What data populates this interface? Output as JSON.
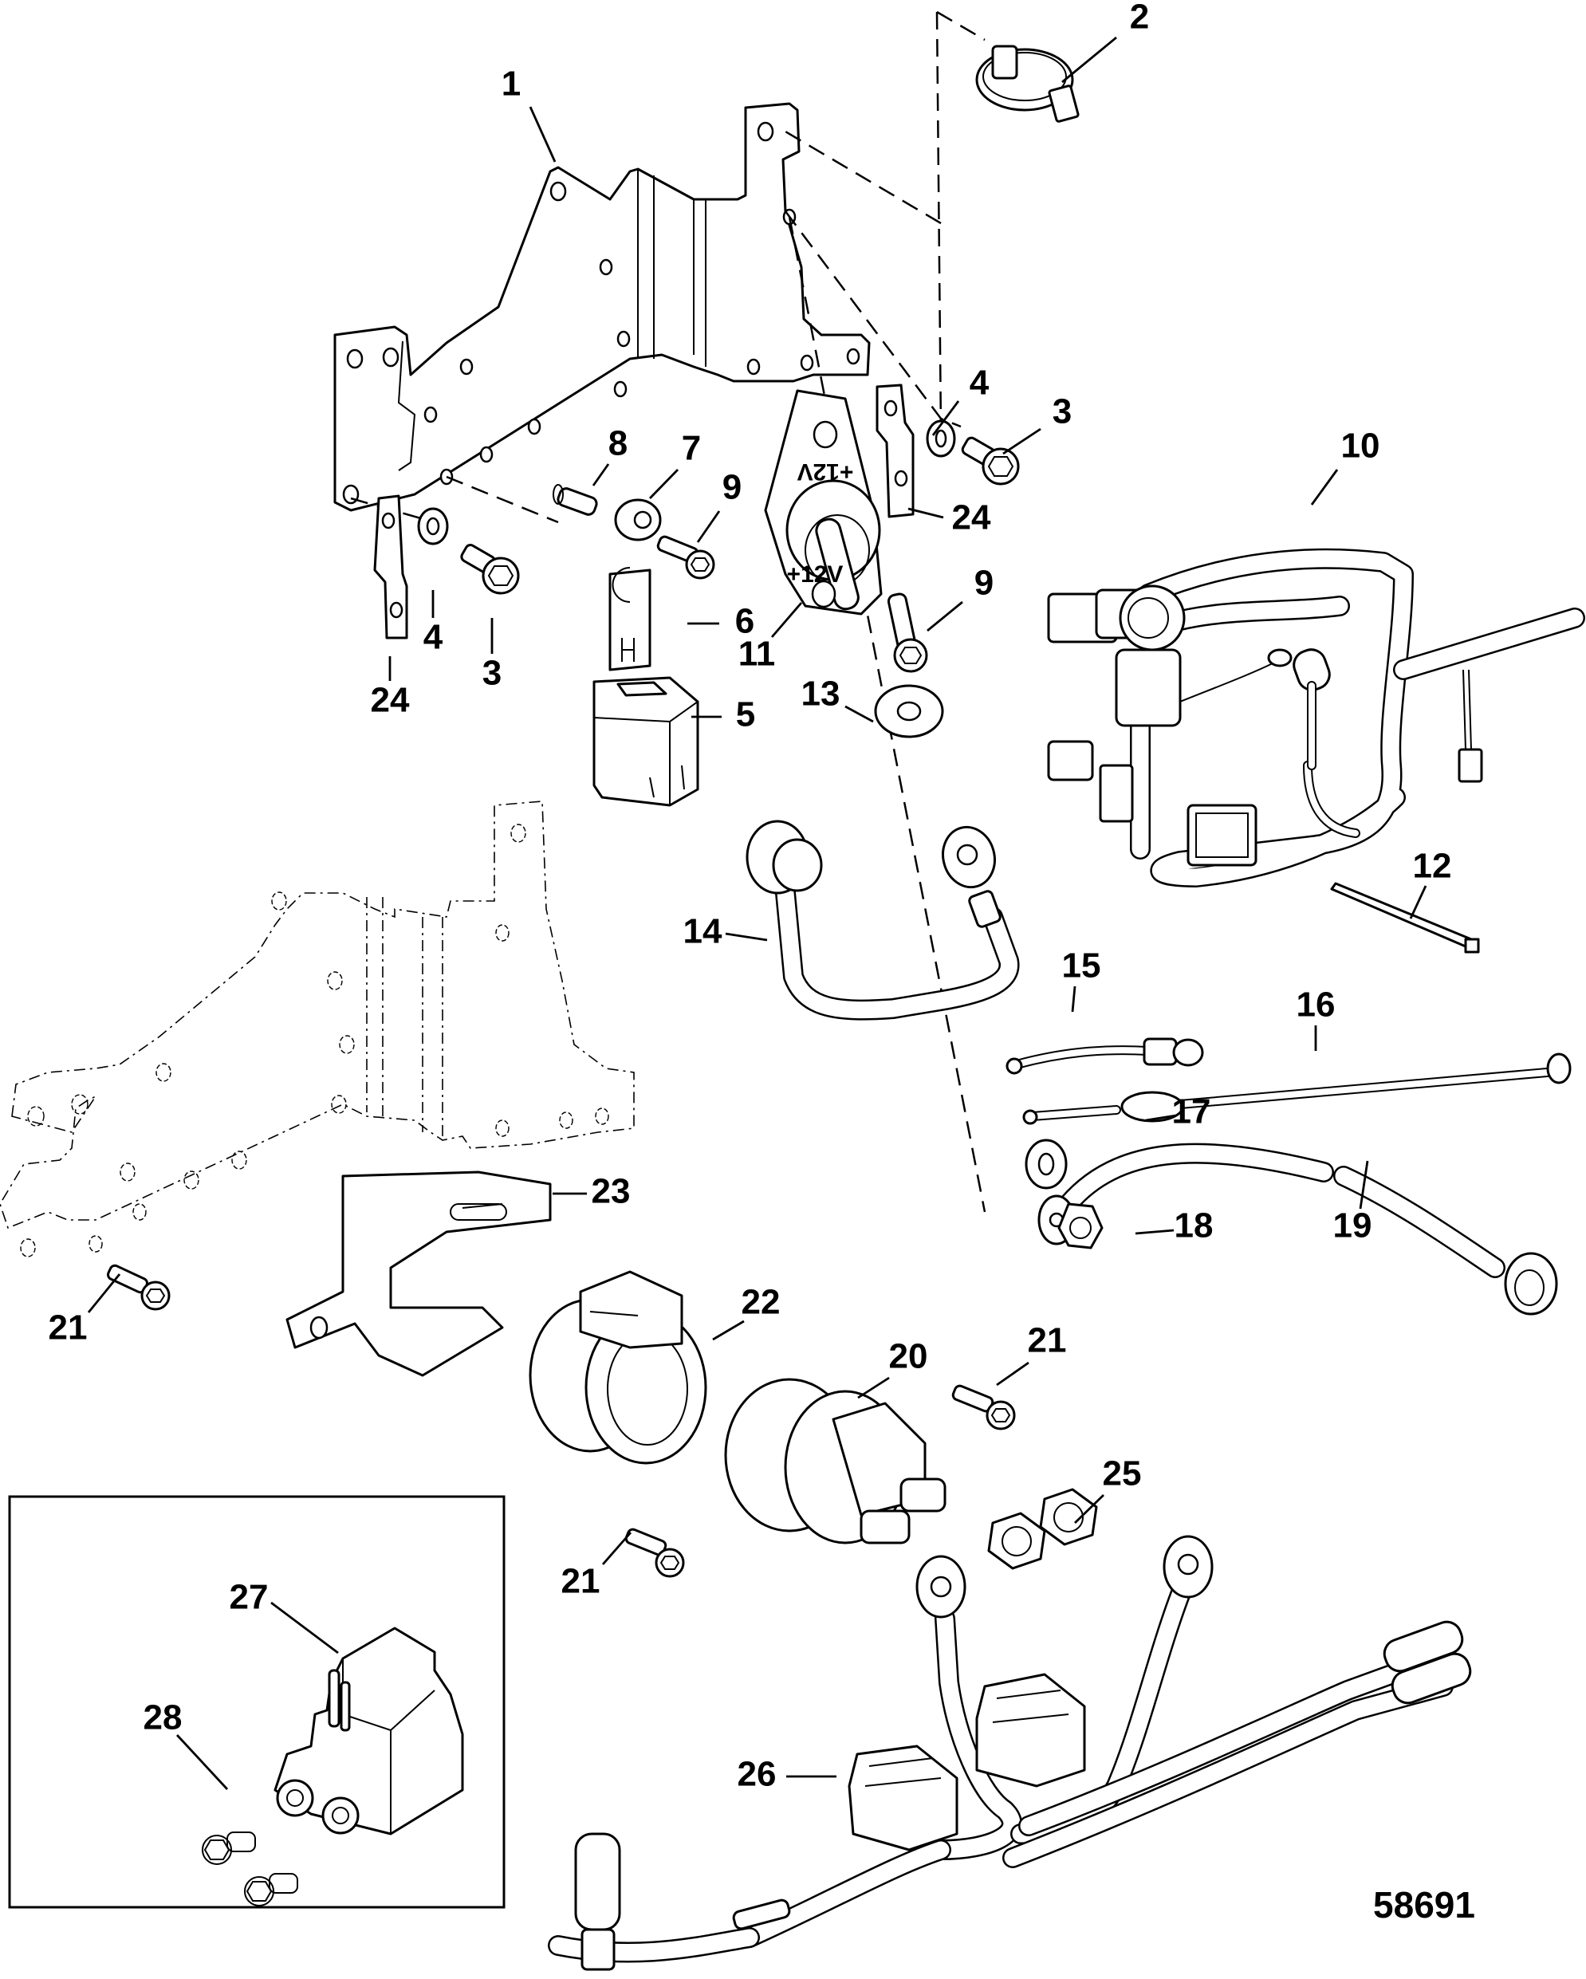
{
  "figure": {
    "type": "exploded parts diagram",
    "figure_number": "58691",
    "part_markings": {
      "solenoid_label": "+12V"
    },
    "inset": {
      "present": true,
      "items": [
        "27",
        "28"
      ]
    }
  },
  "callouts": [
    {
      "id": "c1",
      "number": "1",
      "part": "mounting-bracket"
    },
    {
      "id": "c2",
      "number": "2",
      "part": "hose-clamp"
    },
    {
      "id": "c3a",
      "number": "3",
      "part": "flange-screw"
    },
    {
      "id": "c3b",
      "number": "3",
      "part": "flange-screw"
    },
    {
      "id": "c4a",
      "number": "4",
      "part": "washer"
    },
    {
      "id": "c4b",
      "number": "4",
      "part": "washer"
    },
    {
      "id": "c5",
      "number": "5",
      "part": "relay"
    },
    {
      "id": "c6",
      "number": "6",
      "part": "relay-clip"
    },
    {
      "id": "c7",
      "number": "7",
      "part": "grommet"
    },
    {
      "id": "c8",
      "number": "8",
      "part": "bushing"
    },
    {
      "id": "c9a",
      "number": "9",
      "part": "screw"
    },
    {
      "id": "c9b",
      "number": "9",
      "part": "screw"
    },
    {
      "id": "c10",
      "number": "10",
      "part": "wiring-harness"
    },
    {
      "id": "c11",
      "number": "11",
      "part": "circuit-breaker-12v"
    },
    {
      "id": "c12",
      "number": "12",
      "part": "cable-tie"
    },
    {
      "id": "c13",
      "number": "13",
      "part": "washer"
    },
    {
      "id": "c14",
      "number": "14",
      "part": "battery-cable"
    },
    {
      "id": "c15",
      "number": "15",
      "part": "lead"
    },
    {
      "id": "c16",
      "number": "16",
      "part": "fused-lead"
    },
    {
      "id": "c17",
      "number": "17",
      "part": "washer"
    },
    {
      "id": "c18",
      "number": "18",
      "part": "nut"
    },
    {
      "id": "c19",
      "number": "19",
      "part": "cable"
    },
    {
      "id": "c20",
      "number": "20",
      "part": "starter-solenoid"
    },
    {
      "id": "c21a",
      "number": "21",
      "part": "screw"
    },
    {
      "id": "c21b",
      "number": "21",
      "part": "screw"
    },
    {
      "id": "c21c",
      "number": "21",
      "part": "screw"
    },
    {
      "id": "c22",
      "number": "22",
      "part": "solenoid-boot"
    },
    {
      "id": "c23",
      "number": "23",
      "part": "solenoid-bracket"
    },
    {
      "id": "c24a",
      "number": "24",
      "part": "ground-strap"
    },
    {
      "id": "c24b",
      "number": "24",
      "part": "ground-strap"
    },
    {
      "id": "c25",
      "number": "25",
      "part": "nut"
    },
    {
      "id": "c26",
      "number": "26",
      "part": "relay-harness"
    },
    {
      "id": "c27",
      "number": "27",
      "part": "starter-solenoid-alt"
    },
    {
      "id": "c28",
      "number": "28",
      "part": "screw"
    }
  ]
}
